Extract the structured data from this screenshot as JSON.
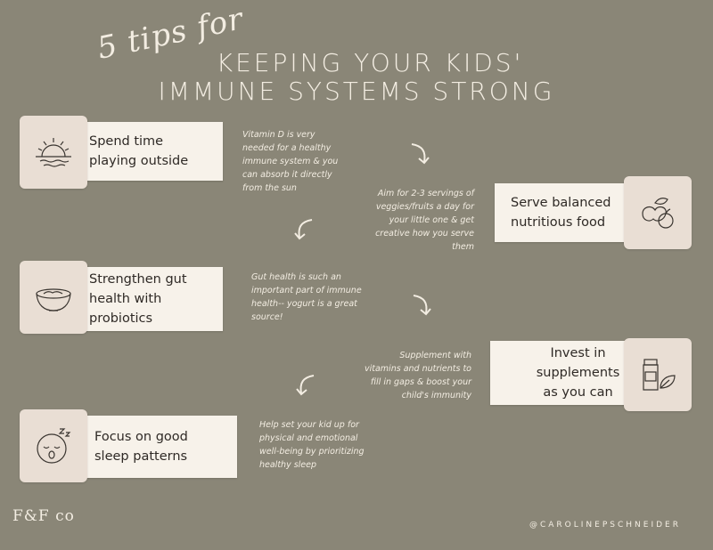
{
  "header": {
    "script_text": "5 tips for",
    "title_line1": "KEEPING YOUR KIDS'",
    "title_line2": "IMMUNE SYSTEMS STRONG"
  },
  "tips": [
    {
      "title": "Spend time playing outside",
      "icon": "sunset-icon",
      "note": "Vitamin D is very needed for a healthy immune system & you can absorb it directly from the sun"
    },
    {
      "title": "Serve balanced nutritious food",
      "icon": "fruit-icon",
      "note": "Aim for 2-3 servings of veggies/fruits a day for your little one & get creative how you serve them"
    },
    {
      "title": "Strengthen gut health with probiotics",
      "icon": "bowl-icon",
      "note": "Gut health is such an important part of immune health-- yogurt is a great source!"
    },
    {
      "title": "Invest in supplements as you can",
      "icon": "supplement-bottle-icon",
      "note": "Supplement with vitamins and nutrients to fill in gaps & boost your child's immunity"
    },
    {
      "title": "Focus on good sleep patterns",
      "icon": "sleeping-face-icon",
      "note": "Help set your kid up for physical and emotional well-being by prioritizing healthy sleep"
    }
  ],
  "footer": {
    "logo": "F&F co",
    "handle": "@CAROLINEPSCHNEIDER"
  },
  "colors": {
    "background": "#8a8677",
    "card": "#f7f2ea",
    "icon_box": "#e9ded4",
    "text_light": "#f3ede2"
  }
}
